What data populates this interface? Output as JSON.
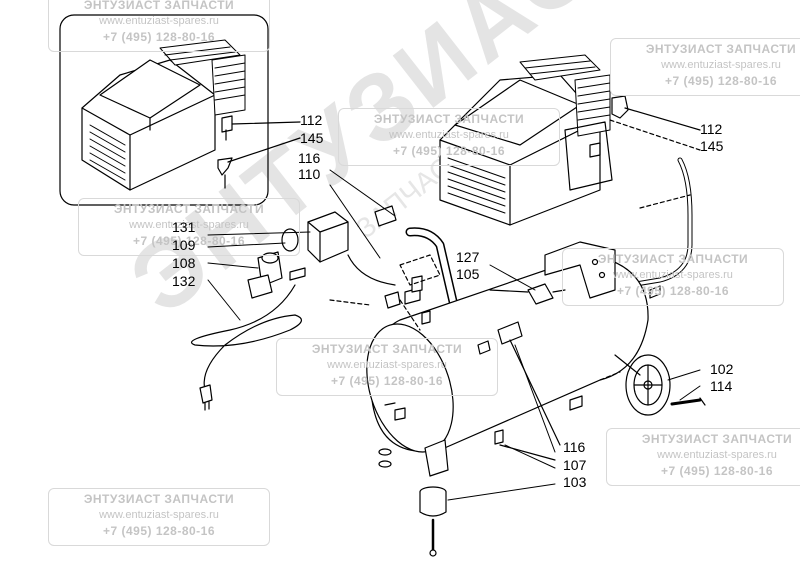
{
  "watermark": {
    "company": "ЭНТУЗИАСТ ЗАПЧАСТИ",
    "site": "www.entuziast-spares.ru",
    "phone": "+7 (495) 128-80-16",
    "big_text": "ЭНТУЗИАСТ",
    "diag_text": "ЗАПЧАСТИ.РУ"
  },
  "parts": {
    "p112a": "112",
    "p145a": "145",
    "p112b": "112",
    "p145b": "145",
    "p116a": "116",
    "p110": "110",
    "p131": "131",
    "p109": "109",
    "p108": "108",
    "p132": "132",
    "p127": "127",
    "p105": "105",
    "p102": "102",
    "p114": "114",
    "p116b": "116",
    "p107": "107",
    "p103": "103"
  },
  "colors": {
    "line": "#000000",
    "watermark": "#c4c4c4"
  }
}
